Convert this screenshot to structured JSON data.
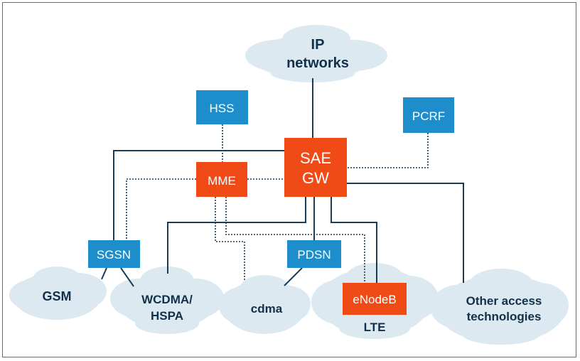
{
  "colors": {
    "blue_node": "#1d8ecb",
    "orange_node": "#f04a16",
    "cloud": "#dde9f1",
    "line": "#1b3b55",
    "cloud_text": "#12304a"
  },
  "nodes": {
    "hss": "HSS",
    "pcrf": "PCRF",
    "sae_gw_line1": "SAE",
    "sae_gw_line2": "GW",
    "mme": "MME",
    "sgsn": "SGSN",
    "pdsn": "PDSN",
    "enodeb": "eNodeB"
  },
  "clouds": {
    "ip_networks_line1": "IP",
    "ip_networks_line2": "networks",
    "gsm": "GSM",
    "wcdma_line1": "WCDMA/",
    "wcdma_line2": "HSPA",
    "cdma": "cdma",
    "lte": "LTE",
    "other_line1": "Other access",
    "other_line2": "technologies"
  }
}
